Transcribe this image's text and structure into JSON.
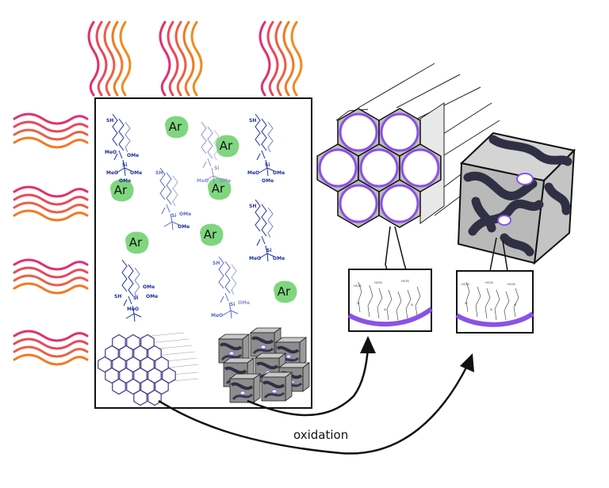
{
  "labels": {
    "argon": "Ar",
    "oxidation": "oxidation"
  },
  "molecule": {
    "thiol": "SH",
    "silicon": "Si",
    "methoxy": "OMe",
    "methoxy_left": "MeO",
    "oxygen": "O",
    "silanol": "HO",
    "ester": "HO3S"
  },
  "colors": {
    "heat_pink": "#e0306e",
    "heat_orange": "#f07a22",
    "argon_blob": "#7fd67f",
    "molecule_primary": "#1c2ea0",
    "molecule_faded": "#8a94d8",
    "pore_wall": "#8a52e8",
    "pore_shell": "#bdbdbd",
    "dark_tube": "#2f3044"
  }
}
